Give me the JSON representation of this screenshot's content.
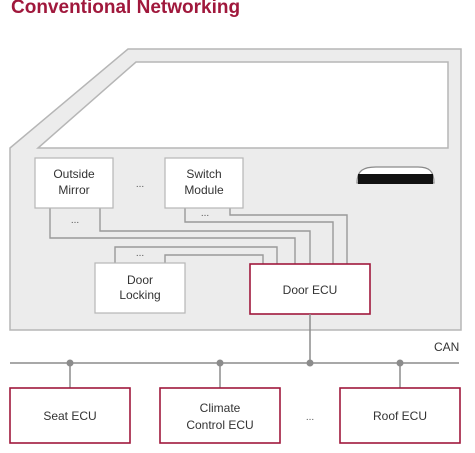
{
  "title": "Conventional Networking",
  "colors": {
    "accent": "#a0183c",
    "door_fill": "#ececec",
    "door_stroke": "#b6b6b6",
    "wire": "#9a9a9a",
    "bus": "#8c8c8c"
  },
  "door_components": {
    "outside_mirror": [
      "Outside",
      "Mirror"
    ],
    "switch_module": [
      "Switch",
      "Module"
    ],
    "door_locking": [
      "Door",
      "Locking"
    ],
    "door_ecu": "Door ECU",
    "ellipsis": "..."
  },
  "bus_label": "CAN",
  "bus_nodes": {
    "seat_ecu": "Seat ECU",
    "climate_control_ecu": [
      "Climate",
      "Control ECU"
    ],
    "roof_ecu": "Roof ECU",
    "ellipsis": "..."
  }
}
